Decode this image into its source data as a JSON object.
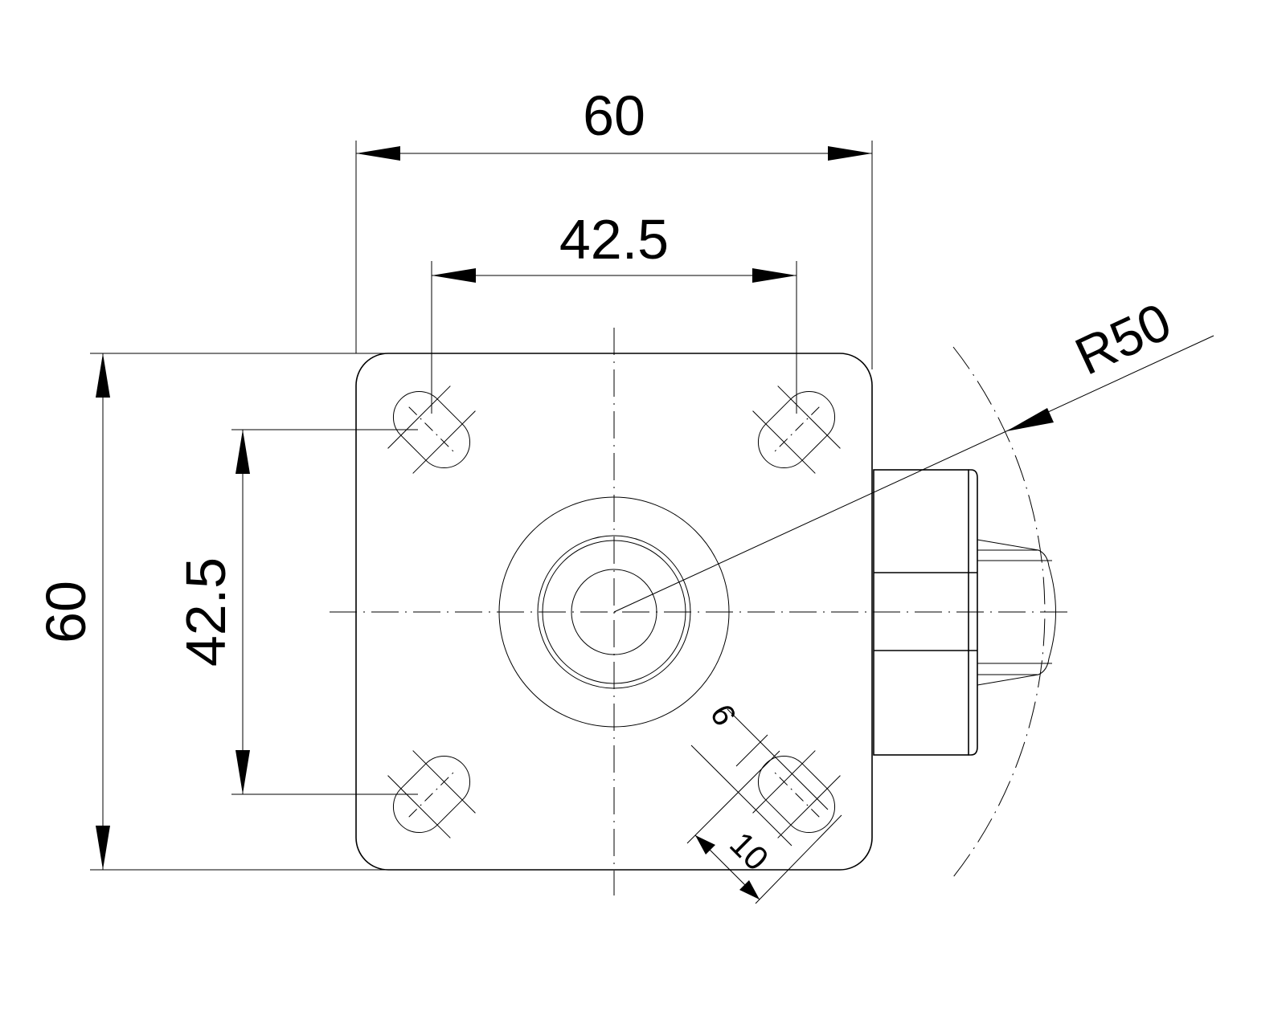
{
  "dimensions": {
    "overall_width": "60",
    "hole_spacing_horizontal": "42.5",
    "overall_height": "60",
    "hole_spacing_vertical": "42.5",
    "wheel_radius": "R50",
    "slot_width": "6",
    "slot_length": "10"
  },
  "colors": {
    "line": "#000000",
    "background": "#ffffff"
  }
}
